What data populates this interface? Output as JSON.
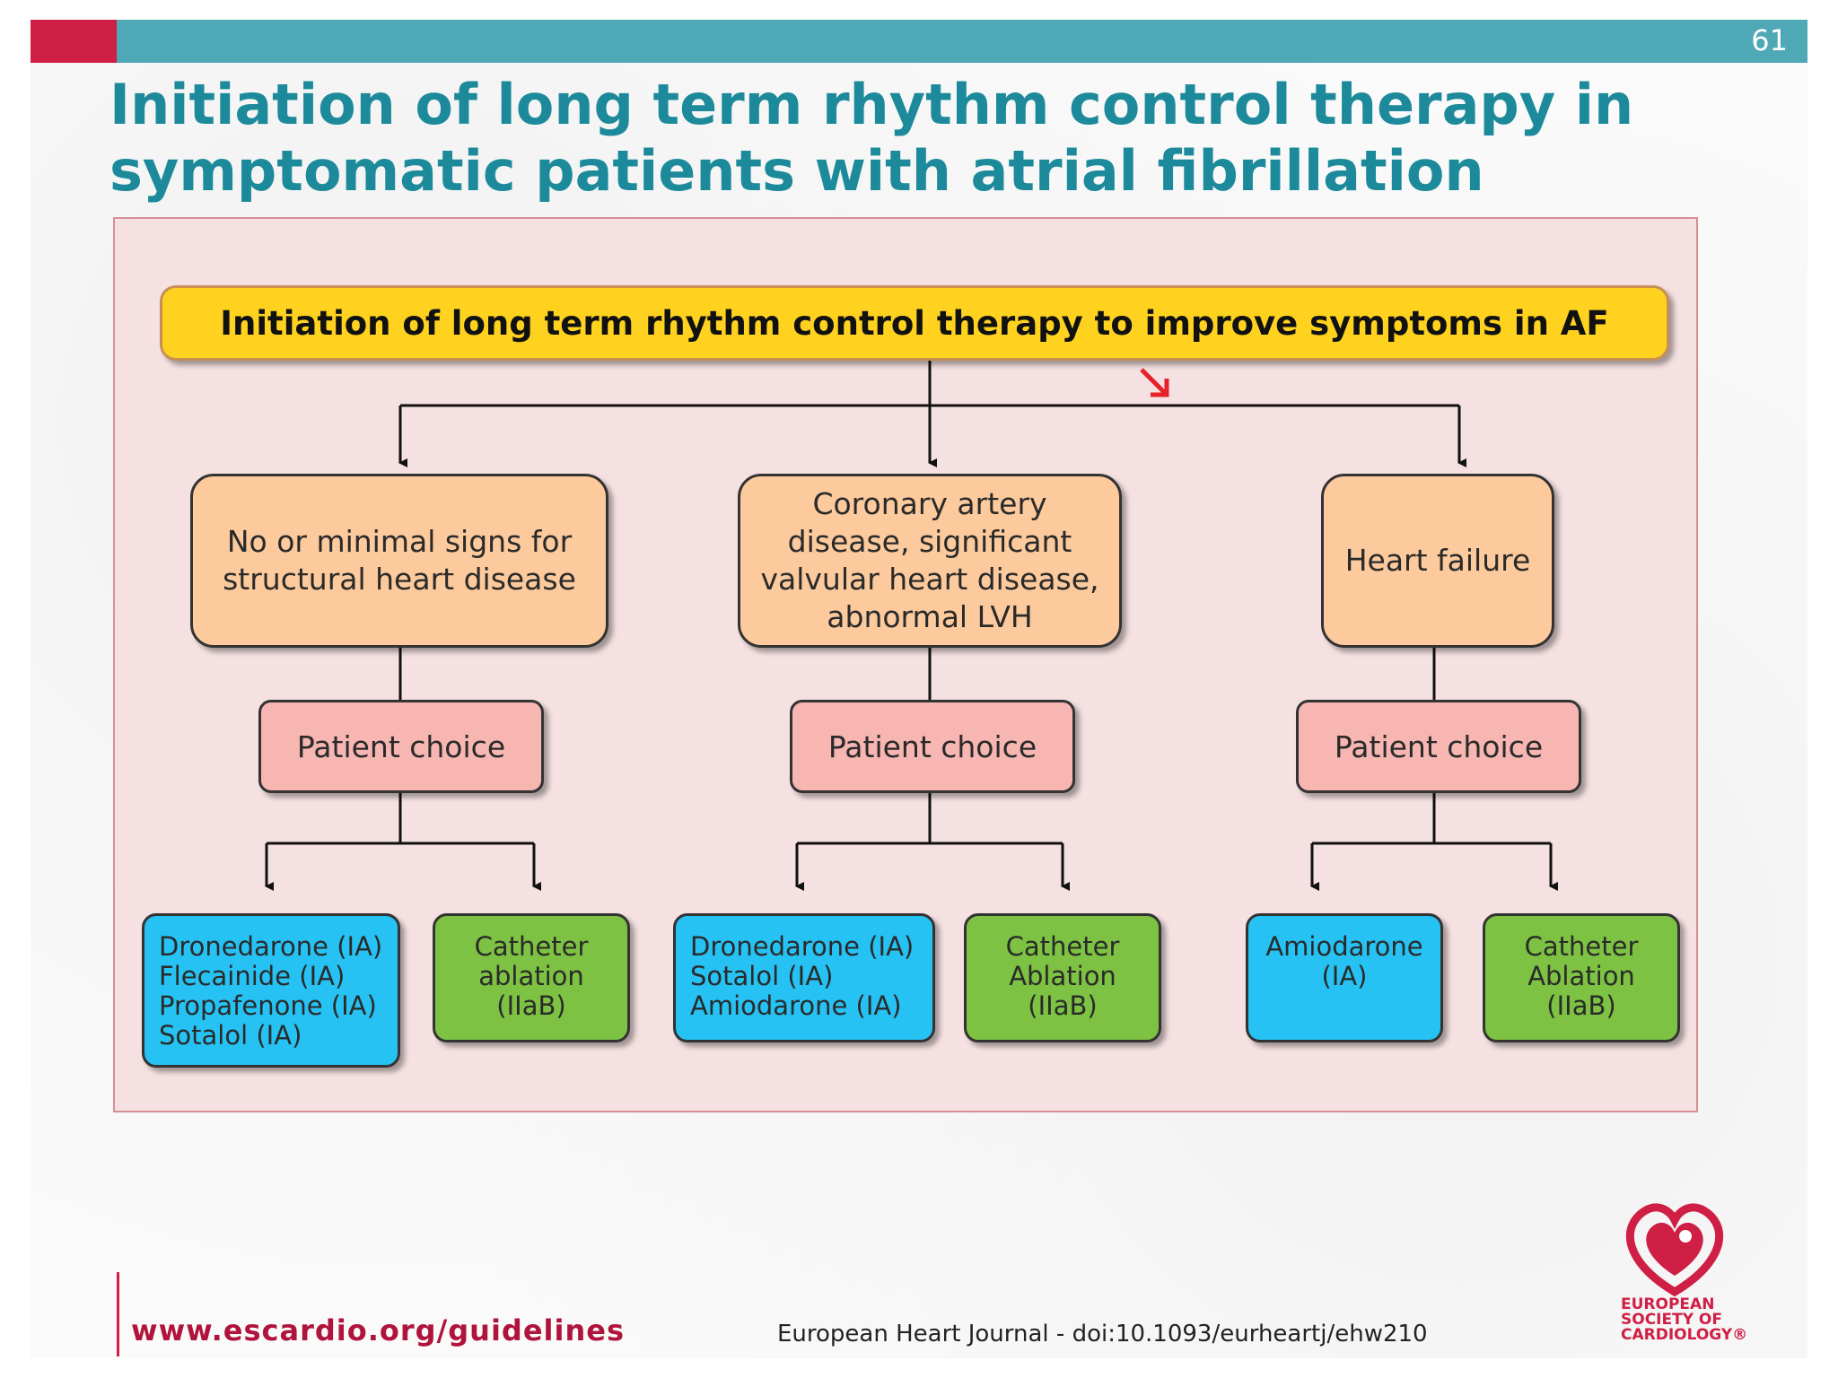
{
  "slide": {
    "page_number": "61",
    "title": "Initiation of long term rhythm control therapy in symptomatic patients with atrial fibrillation"
  },
  "diagram": {
    "header": "Initiation of long term rhythm control therapy to improve symptoms in AF",
    "branches": [
      {
        "condition": "No or minimal signs for structural heart disease",
        "choice": "Patient choice",
        "drug": "Dronedarone (IA)\nFlecainide (IA)\nPropafenone (IA)\nSotalol (IA)",
        "ablation": "Catheter\nablation\n(IIaB)"
      },
      {
        "condition": "Coronary artery disease, significant valvular heart disease, abnormal LVH",
        "choice": "Patient choice",
        "drug": "Dronedarone (IA)\nSotalol (IA)\nAmiodarone (IA)",
        "ablation": "Catheter\nAblation\n(IIaB)"
      },
      {
        "condition": "Heart failure",
        "choice": "Patient choice",
        "drug": "Amiodarone\n(IA)",
        "ablation": "Catheter\nAblation\n(IIaB)"
      }
    ],
    "colors": {
      "header": "#ffd21f",
      "condition": "#fcca9c",
      "choice": "#f7b6b2",
      "drug": "#26c2f3",
      "ablation": "#7dc242",
      "annotation_arrow": "#e8202a"
    }
  },
  "footer": {
    "url": "www.escardio.org/guidelines",
    "reference": "European Heart Journal - doi:10.1093/eurheartj/ehw210",
    "logo_text": "EUROPEAN\nSOCIETY OF\nCARDIOLOGY®"
  }
}
